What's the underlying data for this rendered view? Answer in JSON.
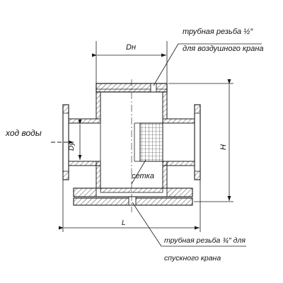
{
  "diagram": {
    "labels": {
      "dn": "Dн",
      "dy": "Dу",
      "h": "H",
      "l": "L",
      "water_flow": "ход воды",
      "mesh": "сетка",
      "thread_top_line1": "трубная резьба ½″",
      "thread_top_line2": "для воздушного крана",
      "thread_bottom_line1": "трубная резьба ¾″ для",
      "thread_bottom_line2": "спускного крана"
    },
    "colors": {
      "line": "#1a1a1a",
      "background": "#ffffff"
    }
  }
}
